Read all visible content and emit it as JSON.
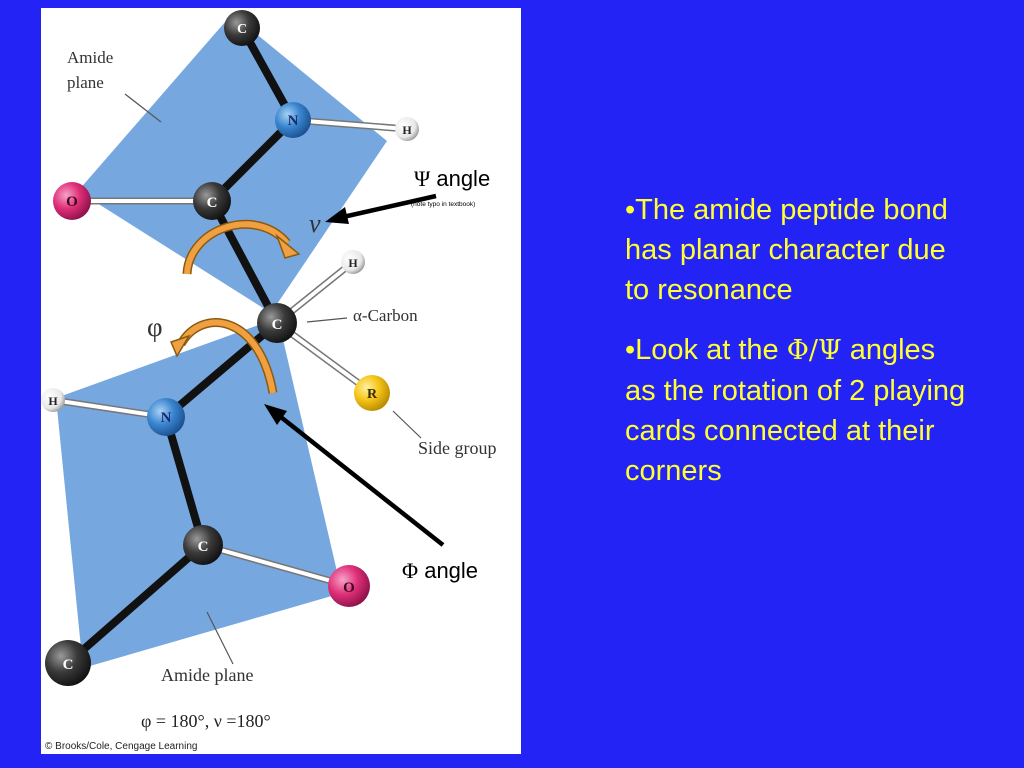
{
  "figure": {
    "amide_plane_top": [
      "Amide",
      "plane"
    ],
    "amide_plane_bottom": "Amide plane",
    "alpha_carbon_label": "α-Carbon",
    "side_group_label": "Side group",
    "angles_caption": "φ = 180°, ν =180°",
    "credit": "© Brooks/Cole, Cengage Learning",
    "phi_symbol": "φ",
    "nu_symbol": "ν",
    "atoms": {
      "c_top": "C",
      "n_top": "N",
      "h_top": "H",
      "o_left": "O",
      "c_carbonyl_top": "C",
      "h_alpha": "H",
      "c_alpha": "C",
      "r_side": "R",
      "h_left": "H",
      "n_bottom": "N",
      "c_carbonyl_bottom": "C",
      "o_bottom": "O",
      "c_bottom": "C"
    }
  },
  "callouts": {
    "psi_symbol": "Ψ",
    "psi_label": " angle",
    "psi_note": "(note typo in textbook)",
    "phi_symbol": "Φ",
    "phi_label": " angle"
  },
  "bullets": {
    "b1": "•The amide peptide bond has planar character due to resonance",
    "b2_before": "•Look at the ",
    "b2_symbols": "Φ/Ψ",
    "b2_after": " angles as the rotation of 2 playing cards connected at their corners"
  },
  "colors": {
    "background": "#2323f5",
    "text_yellow": "#ffff33",
    "plane_blue": "#6fa3dd",
    "arrow_orange": "#f0a040",
    "oxygen_pink": "#e0307a",
    "nitrogen_blue": "#3a86d0",
    "carbon_dark": "#333333",
    "side_group_yellow": "#f5c518"
  }
}
